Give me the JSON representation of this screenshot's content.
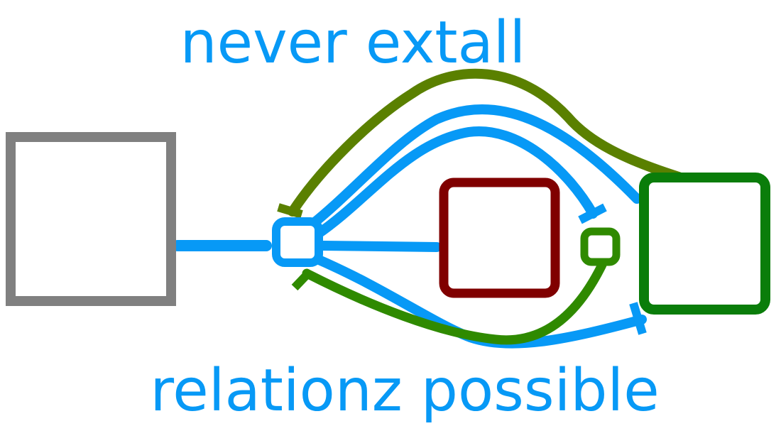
{
  "title": "never extall",
  "subtitle": "relationz possible",
  "colors": {
    "text": "#0799f6",
    "blue_edge": "#0799f6",
    "olive_edge": "#5a8000",
    "green_edge": "#2f8a00",
    "gray_node": "#808080",
    "red_node": "#800000",
    "green_node": "#0a7d0a",
    "hub_node": "#0799f6",
    "small_green_node": "#2f8a00"
  },
  "nodes": [
    {
      "id": "gray-square",
      "color_role": "gray_node"
    },
    {
      "id": "hub-square",
      "color_role": "hub_node"
    },
    {
      "id": "red-square",
      "color_role": "red_node"
    },
    {
      "id": "small-green-square",
      "color_role": "small_green_node"
    },
    {
      "id": "green-square",
      "color_role": "green_node"
    }
  ],
  "edges": [
    {
      "id": "gray-to-hub",
      "from": "gray-square",
      "to": "hub-square",
      "color_role": "blue_edge",
      "end": "none"
    },
    {
      "id": "hub-to-red",
      "from": "hub-square",
      "to": "red-square",
      "color_role": "blue_edge",
      "end": "none"
    },
    {
      "id": "hub-to-green-arc",
      "from": "hub-square",
      "to": "green-square",
      "color_role": "blue_edge",
      "end": "none"
    },
    {
      "id": "hub-to-small-inhibit",
      "from": "hub-square",
      "to": "small-green-square",
      "color_role": "blue_edge",
      "end": "bar"
    },
    {
      "id": "hub-to-green-inhibit-lower",
      "from": "hub-square",
      "to": "green-square",
      "color_role": "blue_edge",
      "end": "bar"
    },
    {
      "id": "green-to-hub-inhibit",
      "from": "green-square",
      "to": "hub-square",
      "color_role": "olive_edge",
      "end": "bar"
    },
    {
      "id": "small-to-hub-inhibit",
      "from": "small-green-square",
      "to": "hub-square",
      "color_role": "green_edge",
      "end": "bar"
    }
  ]
}
